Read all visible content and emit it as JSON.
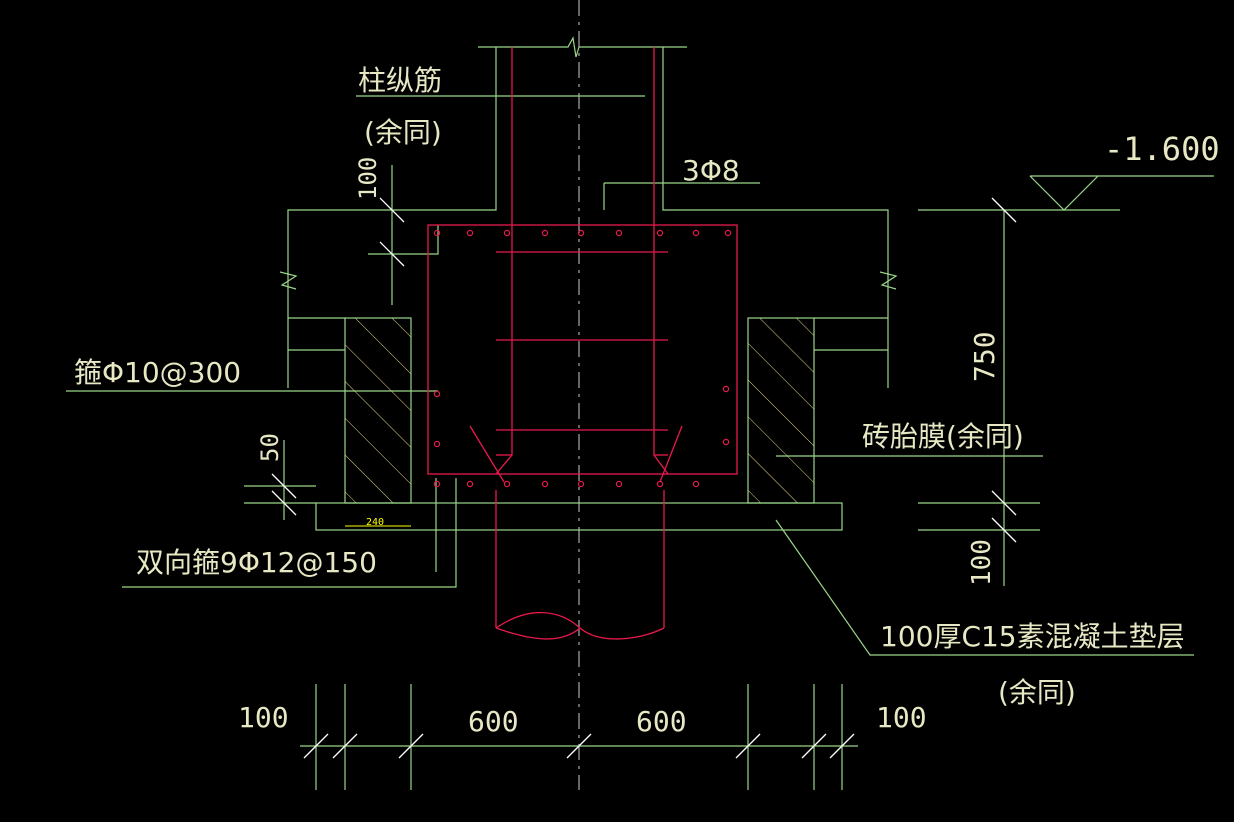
{
  "colors": {
    "background": "#000000",
    "outline": "#9ad68a",
    "rebar": "#e8194c",
    "text": "#e8e8c4",
    "hatch": "#e6d88a",
    "centerline": "#cccccc",
    "tick": "#ffffff",
    "small_dim": "#ffff00"
  },
  "labels": {
    "column_bars": "柱纵筋",
    "column_bars_note": "(余同)",
    "top_bars": "3Φ8",
    "elevation": "-1.600",
    "stirrups": "箍Φ10@300",
    "brick_mold": "砖胎膜(余同)",
    "bottom_mesh": "双向箍9Φ12@150",
    "cushion": "100厚C15素混凝土垫层",
    "cushion_note": "(余同)"
  },
  "dimensions": {
    "top_offset": "100",
    "height": "750",
    "side_offset": "50",
    "bottom_thickness": "100",
    "brick_width": "240",
    "plan_left_edge": "100",
    "plan_left": "600",
    "plan_right": "600",
    "plan_right_edge": "100"
  }
}
